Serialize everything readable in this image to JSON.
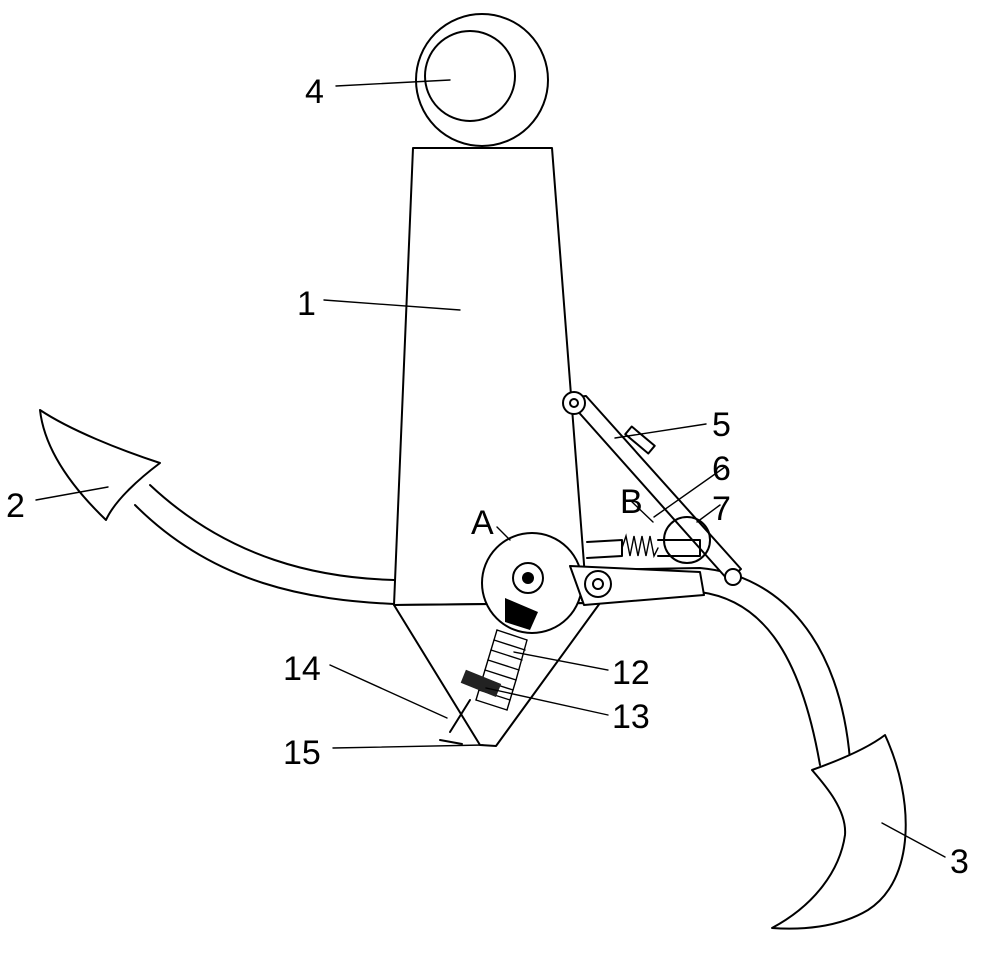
{
  "labels": {
    "n1": "1",
    "n2": "2",
    "n3": "3",
    "n4": "4",
    "n5": "5",
    "n6": "6",
    "n7": "7",
    "n12": "12",
    "n13": "13",
    "n14": "14",
    "n15": "15",
    "detailA": "A",
    "detailB": "B"
  },
  "colors": {
    "line": "#000000",
    "background": "#ffffff"
  }
}
